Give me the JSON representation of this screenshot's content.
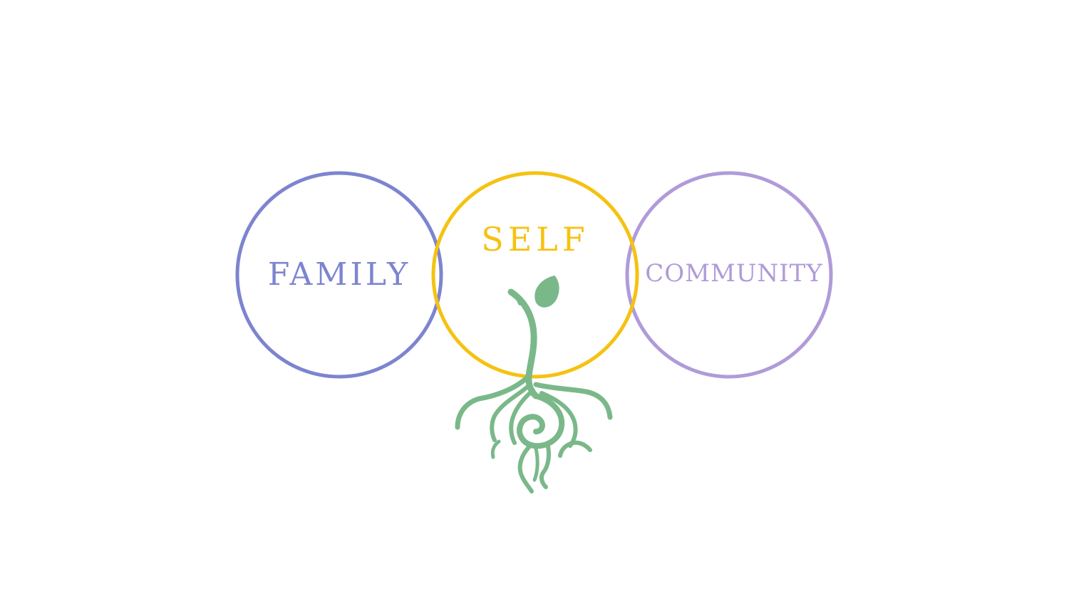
{
  "circles": {
    "family": {
      "label": "FAMILY",
      "color": "#7d84cf"
    },
    "self": {
      "label": "SELF",
      "color": "#f5c211"
    },
    "community": {
      "label": "COMMUNITY",
      "color": "#b09bd9"
    }
  },
  "logo": {
    "name": "sprout-with-roots-icon",
    "color": "#7ab88a"
  }
}
